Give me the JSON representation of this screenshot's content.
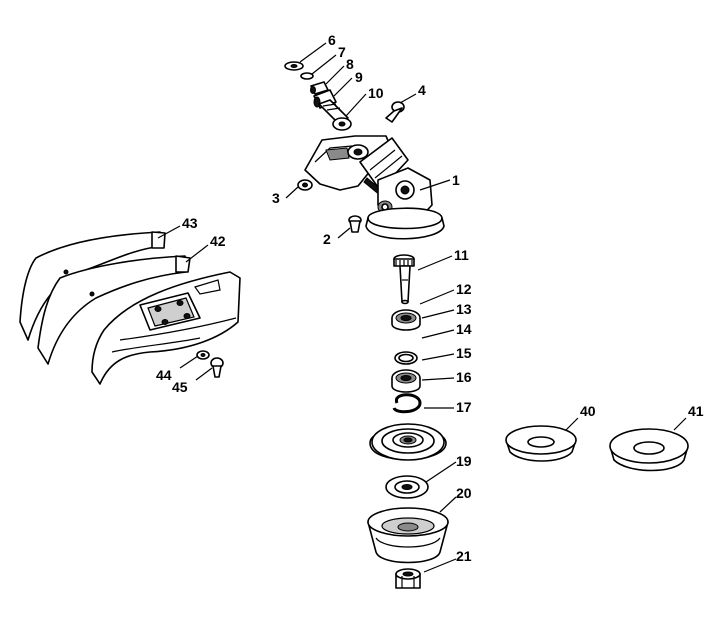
{
  "callouts": [
    {
      "key": "c1",
      "number": "1"
    },
    {
      "key": "c2",
      "number": "2"
    },
    {
      "key": "c3",
      "number": "3"
    },
    {
      "key": "c4",
      "number": "4"
    },
    {
      "key": "c6",
      "number": "6"
    },
    {
      "key": "c7",
      "number": "7"
    },
    {
      "key": "c8",
      "number": "8"
    },
    {
      "key": "c9",
      "number": "9"
    },
    {
      "key": "c10",
      "number": "10"
    },
    {
      "key": "c11",
      "number": "11"
    },
    {
      "key": "c12",
      "number": "12"
    },
    {
      "key": "c13",
      "number": "13"
    },
    {
      "key": "c14",
      "number": "14"
    },
    {
      "key": "c15",
      "number": "15"
    },
    {
      "key": "c16",
      "number": "16"
    },
    {
      "key": "c17",
      "number": "17"
    },
    {
      "key": "c19",
      "number": "19"
    },
    {
      "key": "c20",
      "number": "20"
    },
    {
      "key": "c21",
      "number": "21"
    },
    {
      "key": "c40",
      "number": "40"
    },
    {
      "key": "c41",
      "number": "41"
    },
    {
      "key": "c42",
      "number": "42"
    },
    {
      "key": "c43",
      "number": "43"
    },
    {
      "key": "c44",
      "number": "44"
    },
    {
      "key": "c45",
      "number": "45"
    }
  ]
}
